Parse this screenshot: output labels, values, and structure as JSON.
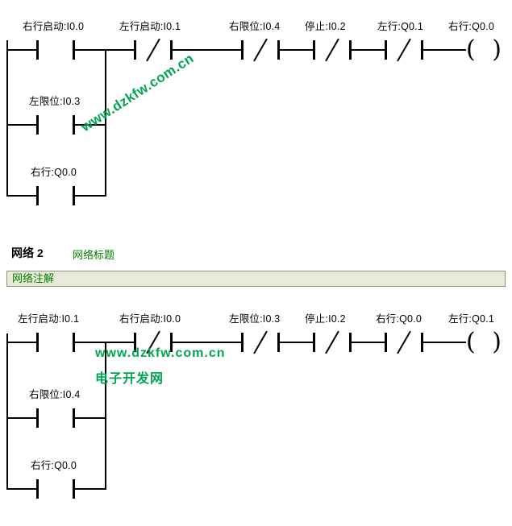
{
  "watermark": {
    "diagonal_text": "www.dzkfw.com.cn",
    "line1": "www.dzkfw.com.cn",
    "line2": "电子开发网",
    "color": "#00a651"
  },
  "colors": {
    "wire": "#000000",
    "network_label_green": "#008000",
    "comment_bar_bg": "#e9e9d8"
  },
  "network1": {
    "contacts": [
      {
        "label": "右行启动:I0.0",
        "type": "NO"
      },
      {
        "label": "左行启动:I0.1",
        "type": "NC"
      },
      {
        "label": "右限位:I0.4",
        "type": "NC"
      },
      {
        "label": "停止:I0.2",
        "type": "NC"
      },
      {
        "label": "左行:Q0.1",
        "type": "NC"
      }
    ],
    "coil": {
      "label": "右行:Q0.0"
    },
    "branches": [
      {
        "label": "左限位:I0.3",
        "type": "NO"
      },
      {
        "label": "右行:Q0.0",
        "type": "NO"
      }
    ]
  },
  "network2": {
    "title": "网络 2",
    "title_label": "网络标题",
    "comment": "网络注解",
    "contacts": [
      {
        "label": "左行启动:I0.1",
        "type": "NO"
      },
      {
        "label": "右行启动:I0.0",
        "type": "NC"
      },
      {
        "label": "左限位:I0.3",
        "type": "NC"
      },
      {
        "label": "停止:I0.2",
        "type": "NC"
      },
      {
        "label": "右行:Q0.0",
        "type": "NC"
      }
    ],
    "coil": {
      "label": "左行:Q0.1"
    },
    "branches": [
      {
        "label": "右限位:I0.4",
        "type": "NO"
      },
      {
        "label": "右行:Q0.0",
        "type": "NO"
      }
    ]
  }
}
